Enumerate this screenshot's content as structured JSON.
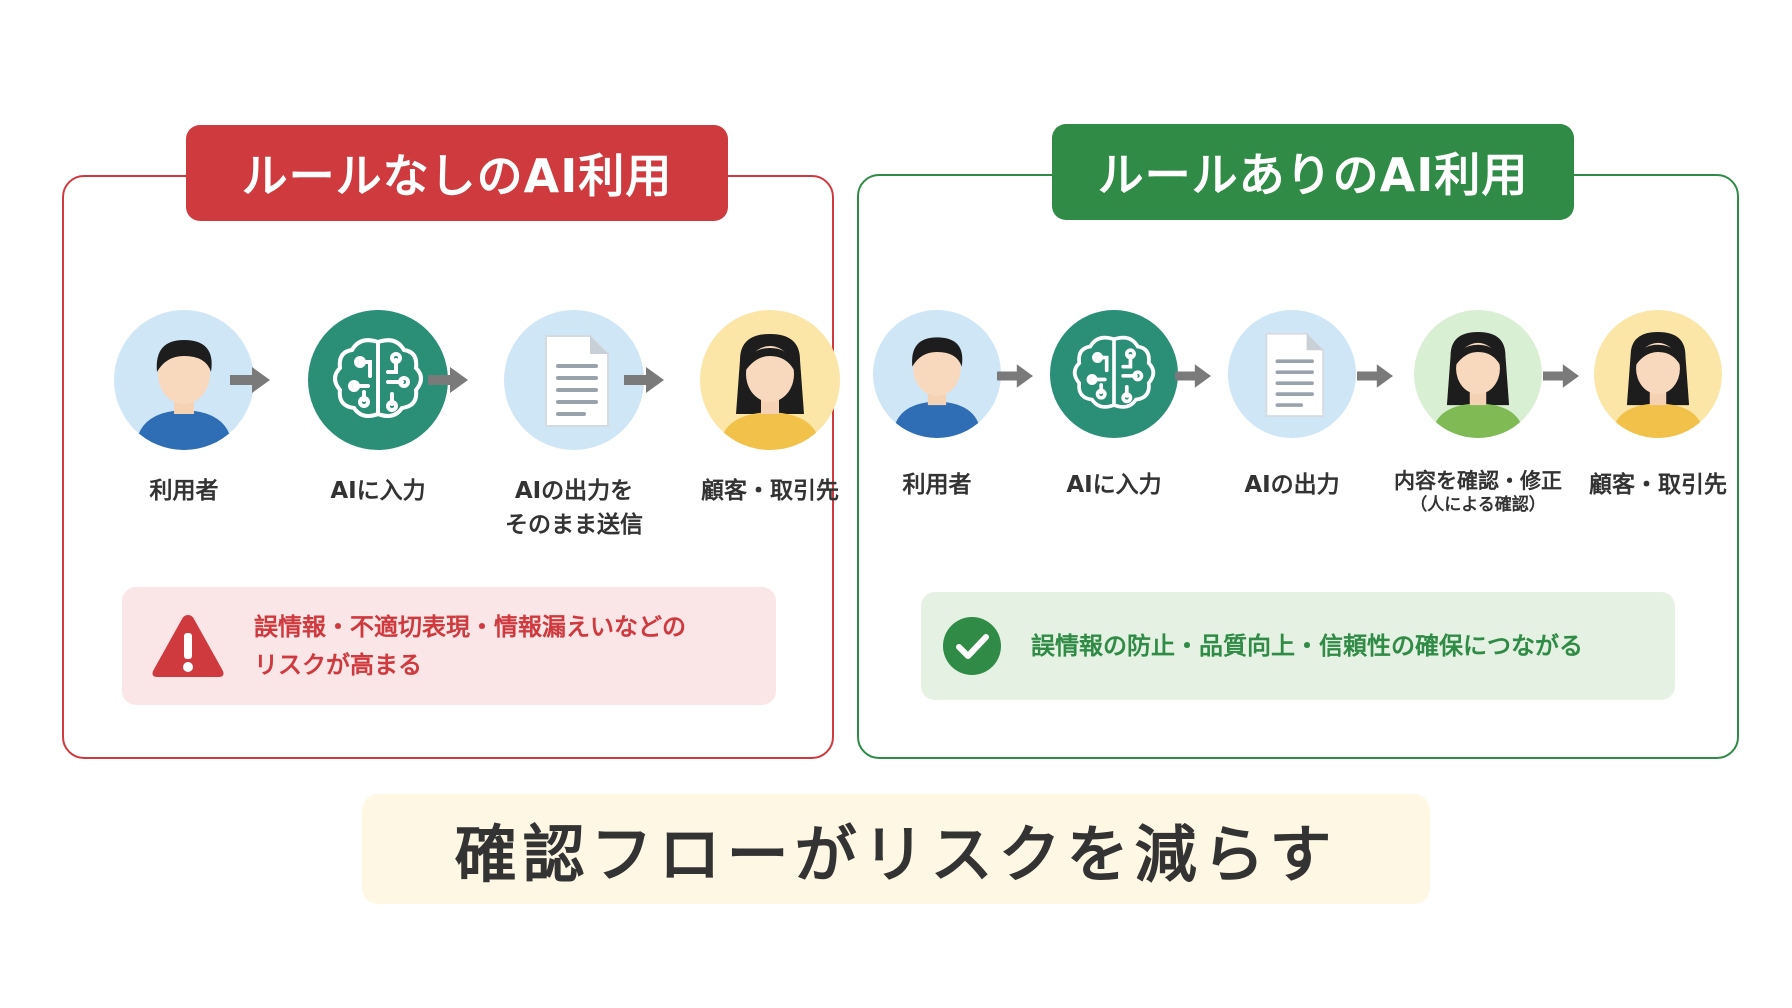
{
  "left_panel": {
    "title": "ルールなしのAI利用",
    "steps": [
      {
        "label": "利用者",
        "icon": "male-user-icon"
      },
      {
        "label": "AIに入力",
        "icon": "ai-brain-icon"
      },
      {
        "label": "AIの出力を",
        "label2": "そのまま送信",
        "icon": "document-icon"
      },
      {
        "label": "顧客・取引先",
        "icon": "female-customer-icon"
      }
    ],
    "callout": {
      "line1": "誤情報・不適切表現・情報漏えいなどの",
      "line2": "リスクが高まる",
      "icon": "warning-icon"
    }
  },
  "right_panel": {
    "title": "ルールありのAI利用",
    "steps": [
      {
        "label": "利用者",
        "icon": "male-user-icon"
      },
      {
        "label": "AIに入力",
        "icon": "ai-brain-icon"
      },
      {
        "label": "AIの出力",
        "icon": "document-icon"
      },
      {
        "label": "内容を確認・修正",
        "sub": "（人による確認）",
        "icon": "female-reviewer-icon"
      },
      {
        "label": "顧客・取引先",
        "icon": "female-customer-icon"
      }
    ],
    "callout": {
      "line1": "誤情報の防止・品質向上・信頼性の確保につながる",
      "icon": "check-icon"
    }
  },
  "banner": {
    "text": "確認フローがリスクを減らす"
  },
  "colors": {
    "red": "#cf3a3f",
    "green": "#2f8b45",
    "teal": "#2b8f78",
    "light_blue": "#cfe6f7",
    "light_yellow": "#fbe6a8",
    "light_green": "#d9efd3"
  }
}
